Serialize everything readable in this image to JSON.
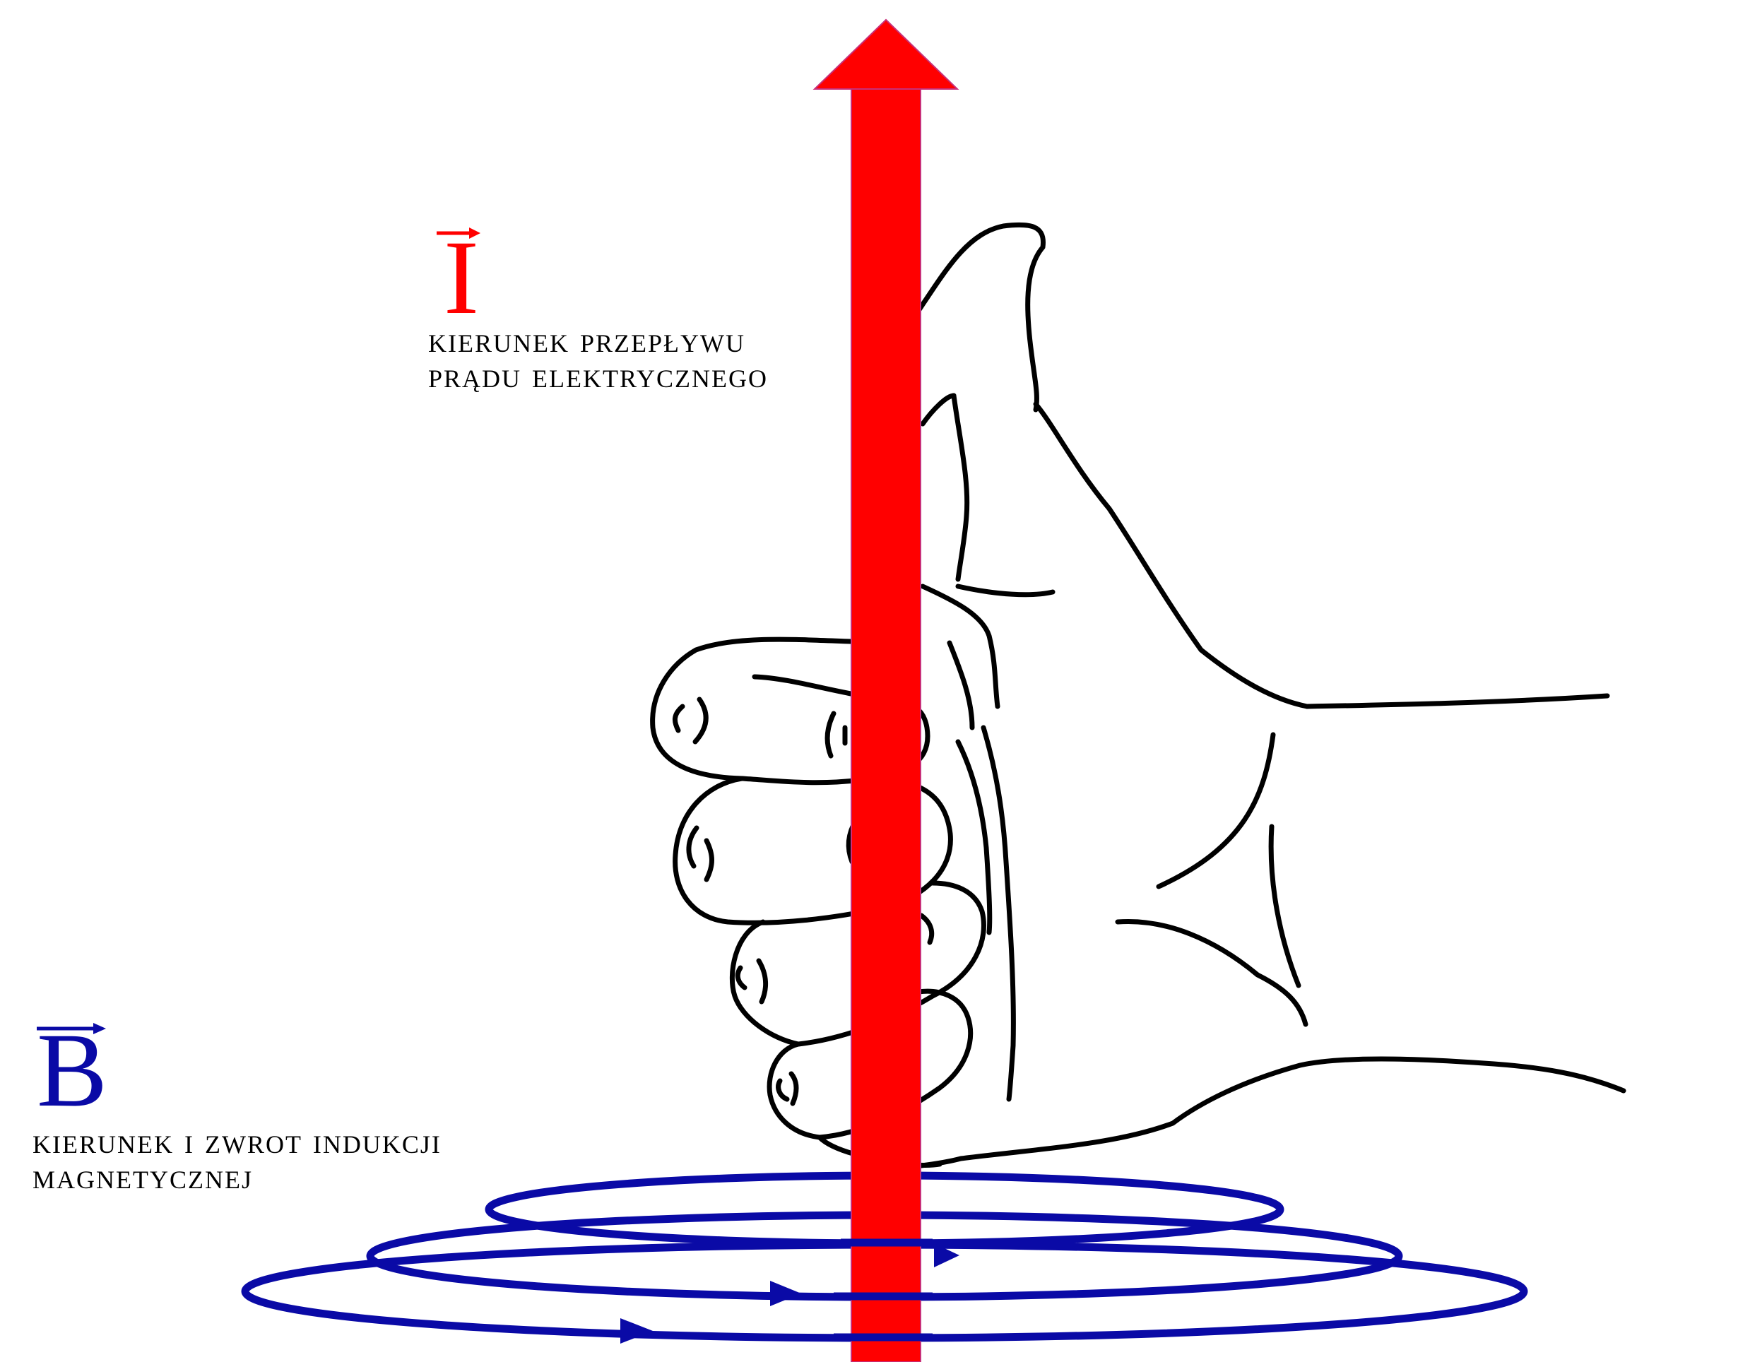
{
  "current_label": {
    "symbol": "I",
    "line1": "KIERUNEK PRZEPŁYWU",
    "line2": "PRĄDU ELEKTRYCZNEGO",
    "color": "#ff0000"
  },
  "field_label": {
    "symbol": "B",
    "line1": "KIERUNEK I ZWROT INDUKCJI",
    "line2": "MAGNETYCZNEJ",
    "color": "#0a0aa6"
  },
  "hand_color": "#000000"
}
